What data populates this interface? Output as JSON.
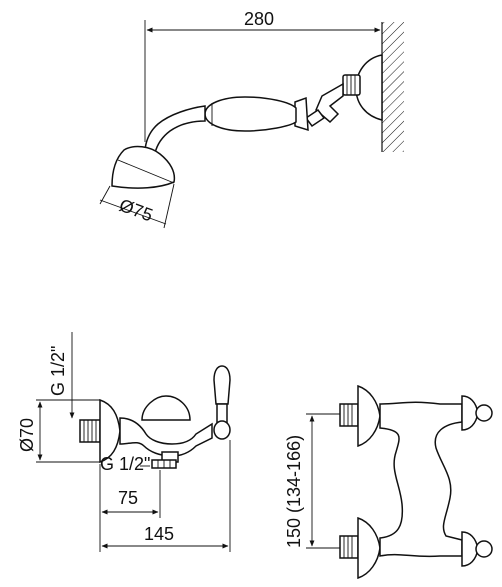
{
  "top_view": {
    "length_label": "280",
    "diameter_label": "Ø75"
  },
  "bottom_left": {
    "thread_top_label": "G 1/2\"",
    "body_diameter_label": "Ø70",
    "thread_bottom_label": "G 1/2\"",
    "dim_75_label": "75",
    "dim_145_label": "145"
  },
  "bottom_right": {
    "spacing_label": "150 (134-166)"
  },
  "colors": {
    "ink": "#111111",
    "paper": "#ffffff"
  }
}
